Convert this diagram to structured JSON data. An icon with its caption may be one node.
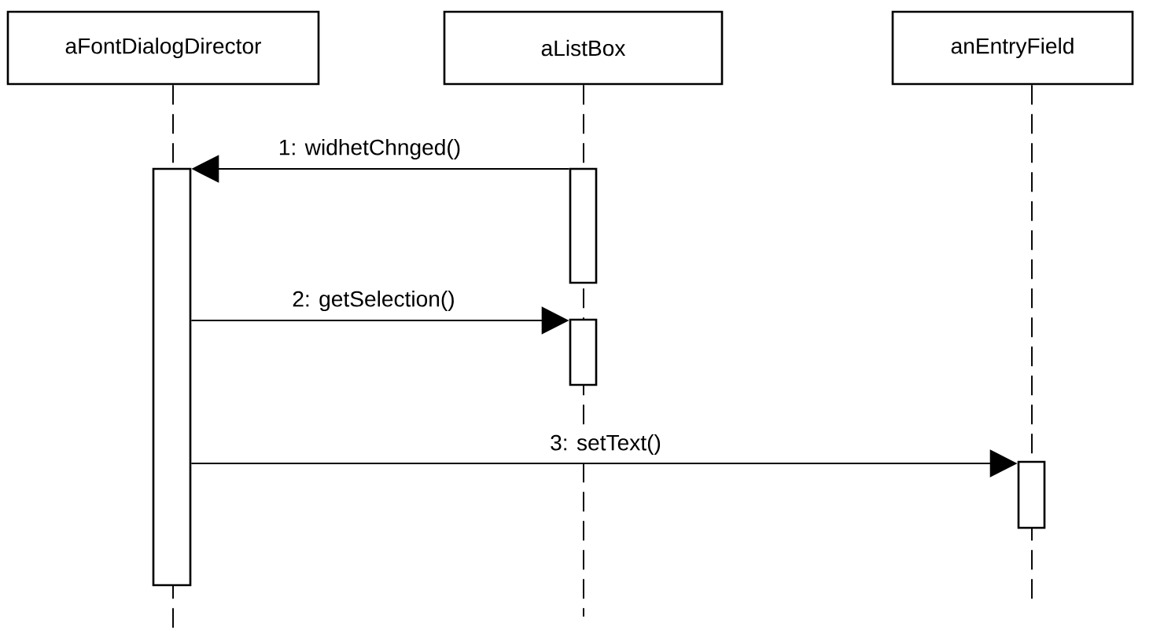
{
  "diagram": {
    "nodes": [
      {
        "text": [
          "aFontDialogDirector"
        ]
      },
      {
        "text": [
          "aListBox"
        ]
      },
      {
        "text": [
          "anEntryField"
        ]
      },
      {
        "text": [],
        "shape": "bar"
      },
      {
        "text": [],
        "shape": "bar"
      },
      {
        "text": [],
        "shape": "bar"
      },
      {
        "text": [],
        "shape": "bar"
      }
    ],
    "edges": [
      {
        "from": 0,
        "to": null,
        "arrow": "none",
        "style": "dashed"
      },
      {
        "from": 1,
        "to": null,
        "arrow": "none",
        "style": "dashed"
      },
      {
        "from": 2,
        "to": null,
        "arrow": "none",
        "style": "dashed"
      },
      {
        "from": 4,
        "to": 3,
        "arrow": "to",
        "label": "1: widhetChnged()"
      },
      {
        "from": 3,
        "to": 5,
        "arrow": "to",
        "label": "2: getSelection()"
      },
      {
        "from": 3,
        "to": 6,
        "arrow": "to",
        "label": "3: setText()"
      }
    ]
  }
}
